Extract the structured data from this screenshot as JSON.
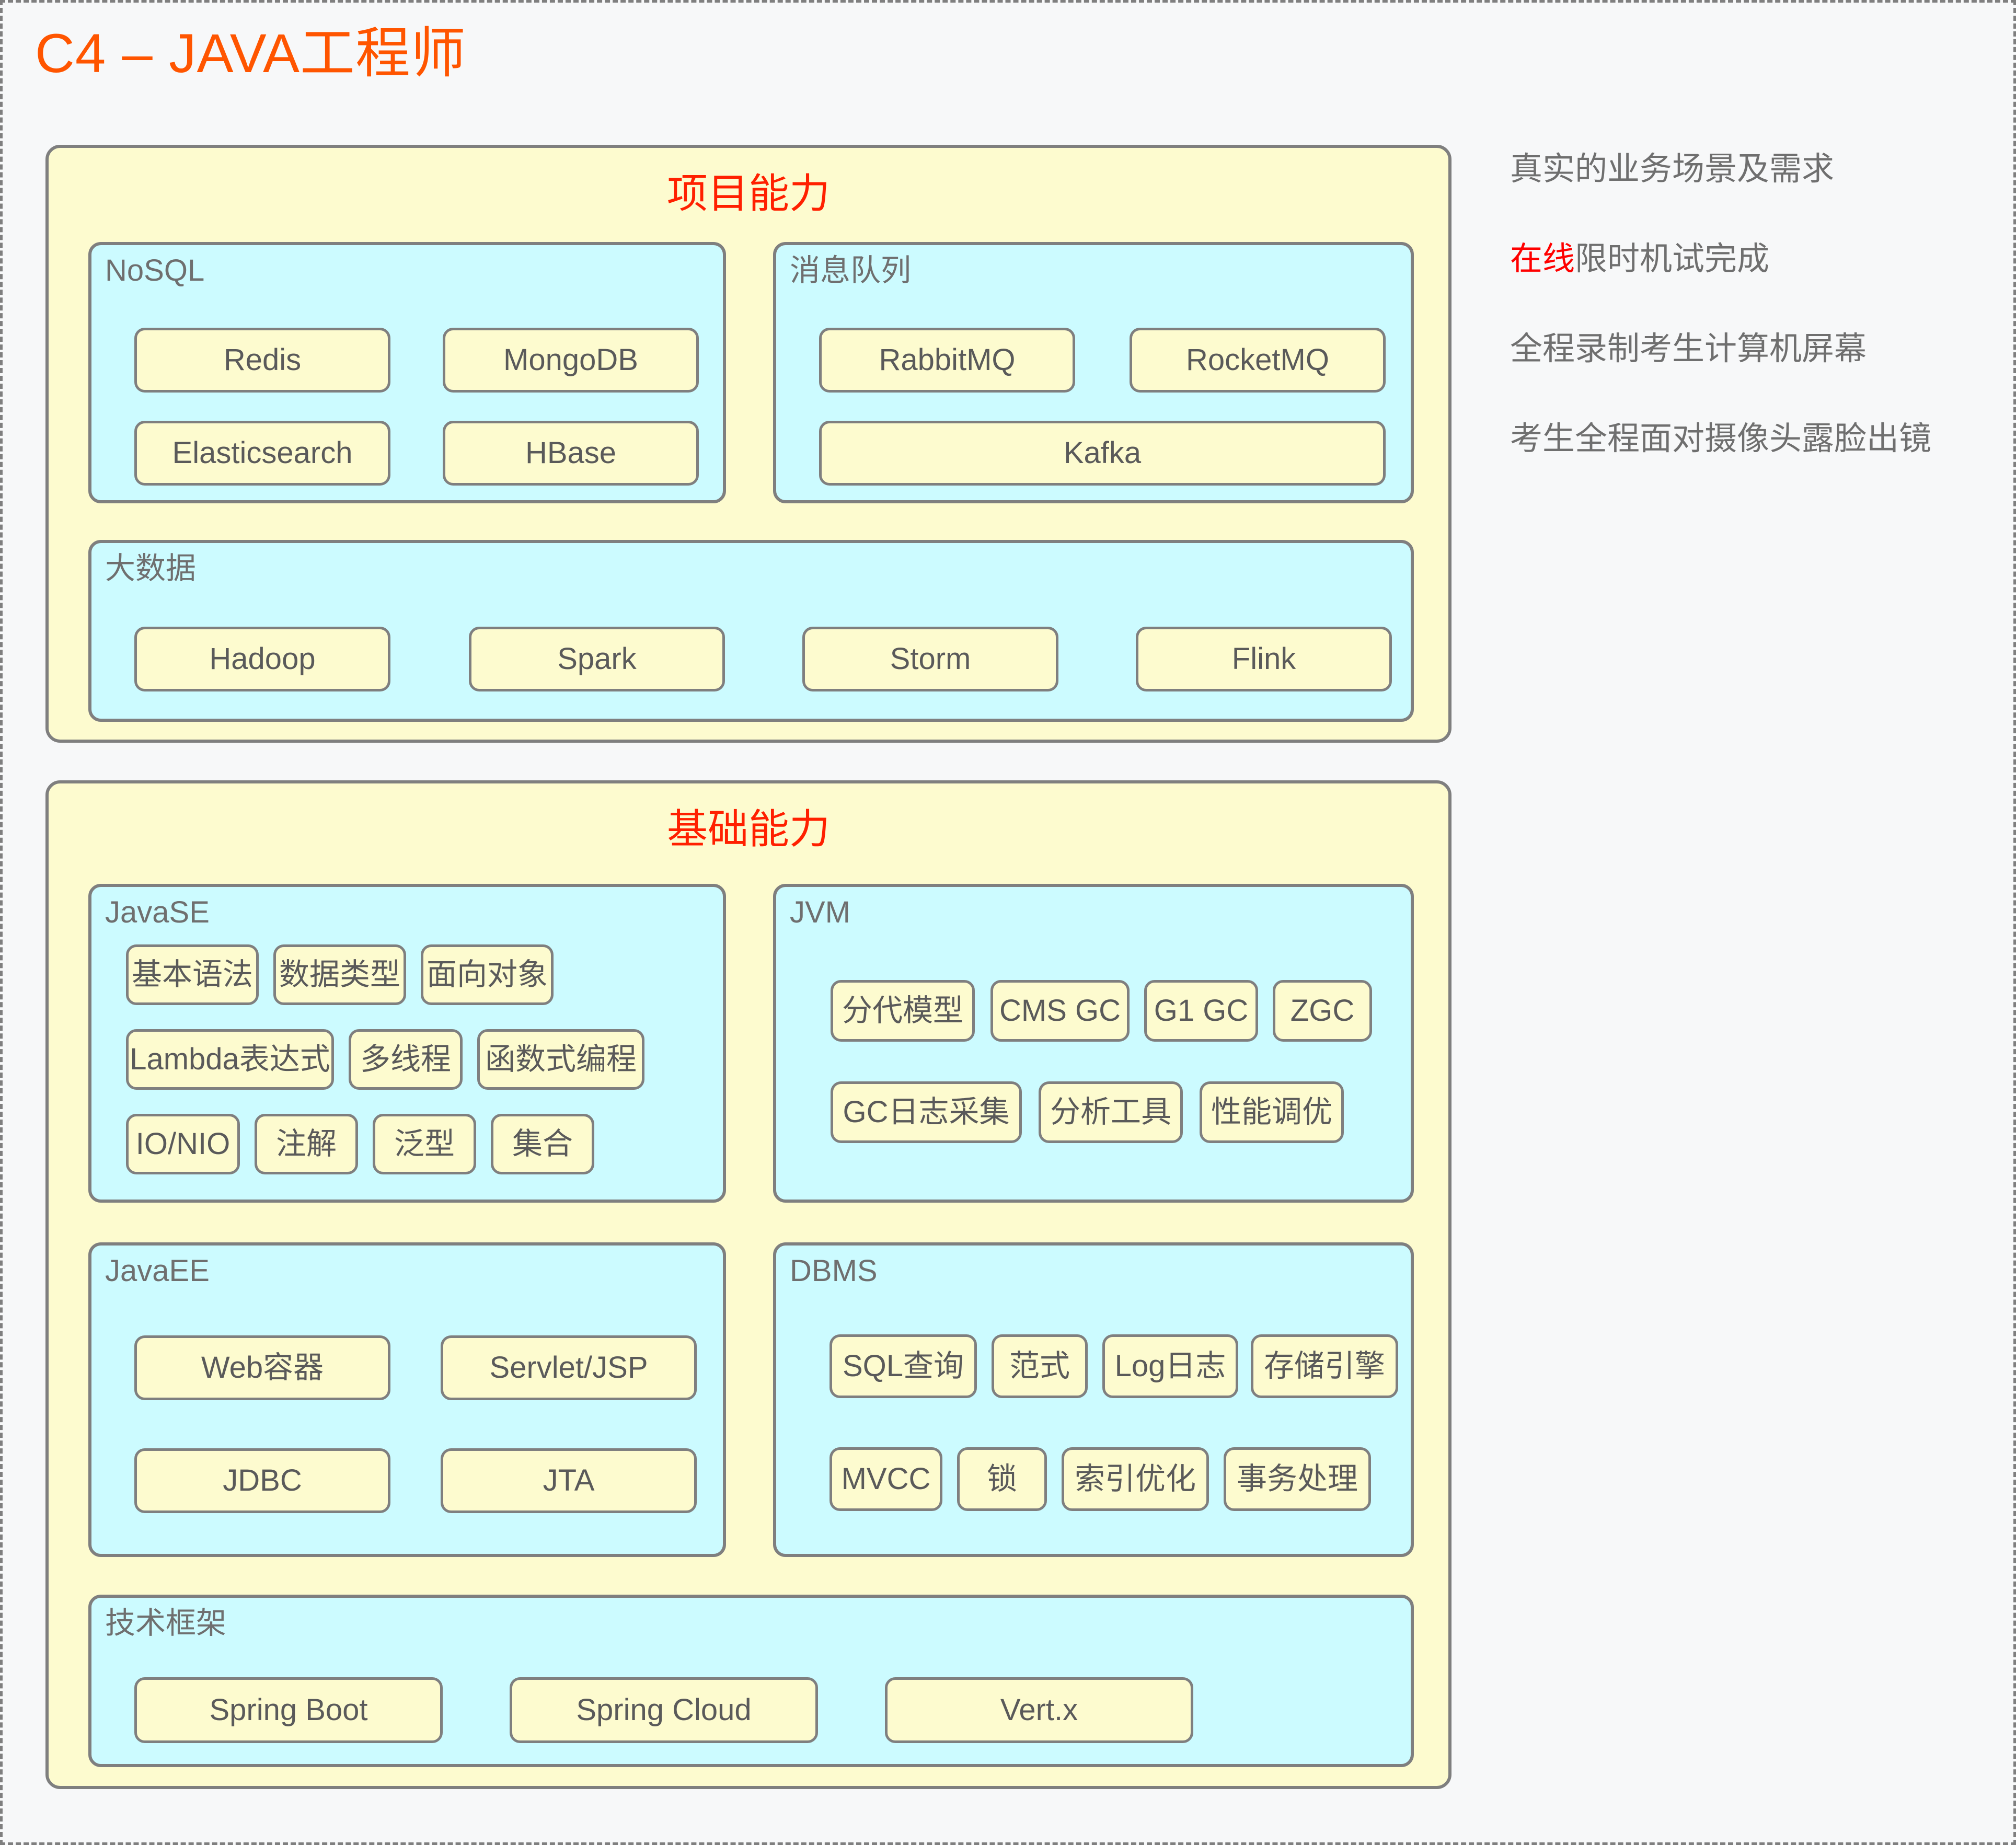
{
  "page": {
    "title": "C4 – JAVA工程师",
    "title_color": "#ff5500",
    "background_color": "#f7f8f9",
    "panel_fill": "#fdfbcf",
    "group_fill": "#ccfbff",
    "border_color": "#7f7f7f",
    "accent_red": "#ff0000"
  },
  "notes": [
    {
      "text": "真实的业务场景及需求",
      "highlight": ""
    },
    {
      "text": "限时机试完成",
      "highlight": "在线"
    },
    {
      "text": "全程录制考生计算机屏幕",
      "highlight": ""
    },
    {
      "text": "考生全程面对摄像头露脸出镜",
      "highlight": ""
    }
  ],
  "panels": [
    {
      "id": "project",
      "title": "项目能力",
      "groups": [
        {
          "id": "nosql",
          "title": "NoSQL",
          "items": [
            "Redis",
            "MongoDB",
            "Elasticsearch",
            "HBase"
          ]
        },
        {
          "id": "mq",
          "title": "消息队列",
          "items": [
            "RabbitMQ",
            "RocketMQ",
            "Kafka"
          ]
        },
        {
          "id": "bigdata",
          "title": "大数据",
          "items": [
            "Hadoop",
            "Spark",
            "Storm",
            "Flink"
          ]
        }
      ]
    },
    {
      "id": "foundation",
      "title": "基础能力",
      "groups": [
        {
          "id": "javase",
          "title": "JavaSE",
          "items": [
            "基本语法",
            "数据类型",
            "面向对象",
            "Lambda表达式",
            "多线程",
            "函数式编程",
            "IO/NIO",
            "注解",
            "泛型",
            "集合"
          ]
        },
        {
          "id": "jvm",
          "title": "JVM",
          "items": [
            "分代模型",
            "CMS GC",
            "G1 GC",
            "ZGC",
            "GC日志采集",
            "分析工具",
            "性能调优"
          ]
        },
        {
          "id": "javaee",
          "title": "JavaEE",
          "items": [
            "Web容器",
            "Servlet/JSP",
            "JDBC",
            "JTA"
          ]
        },
        {
          "id": "dbms",
          "title": "DBMS",
          "items": [
            "SQL查询",
            "范式",
            "Log日志",
            "存储引擎",
            "MVCC",
            "锁",
            "索引优化",
            "事务处理"
          ]
        },
        {
          "id": "framework",
          "title": "技术框架",
          "items": [
            "Spring Boot",
            "Spring Cloud",
            "Vert.x"
          ]
        }
      ]
    }
  ]
}
